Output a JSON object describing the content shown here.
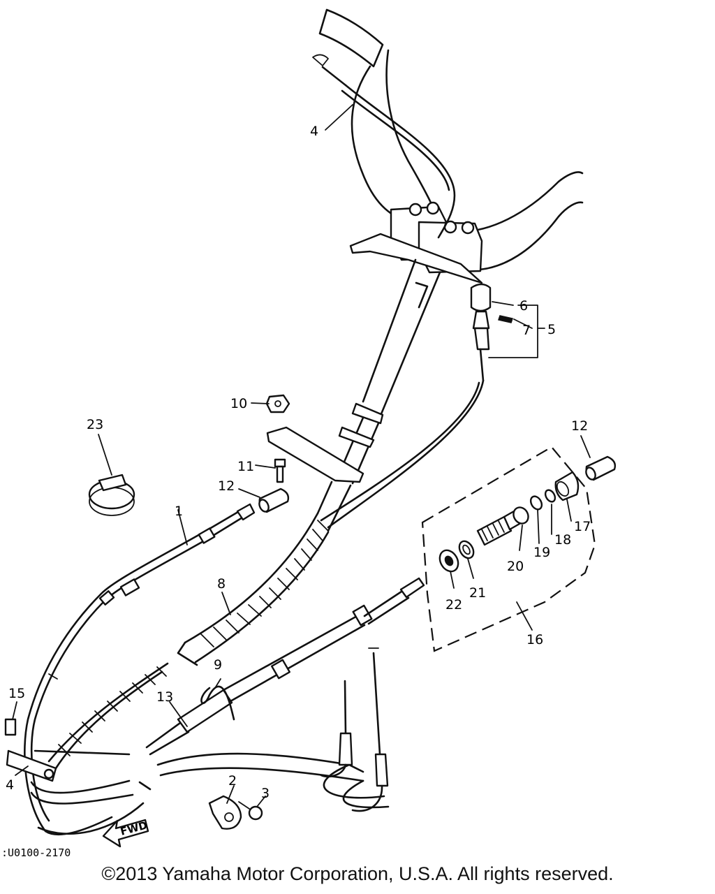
{
  "labels": {
    "p1": "1",
    "p2": "2",
    "p3": "3",
    "p4a": "4",
    "p4b": "4",
    "p5": "5",
    "p6": "6",
    "p7": "7",
    "p8": "8",
    "p9": "9",
    "p10": "10",
    "p11": "11",
    "p12a": "12",
    "p12b": "12",
    "p13": "13",
    "p15": "15",
    "p16": "16",
    "p17": "17",
    "p18": "18",
    "p19": "19",
    "p20": "20",
    "p21": "21",
    "p22": "22",
    "p23": "23"
  },
  "fwd_label": "FWD",
  "drawing_code": ":U0100-2170",
  "copyright": "©2013 Yamaha Motor Corporation, U.S.A. All rights reserved."
}
